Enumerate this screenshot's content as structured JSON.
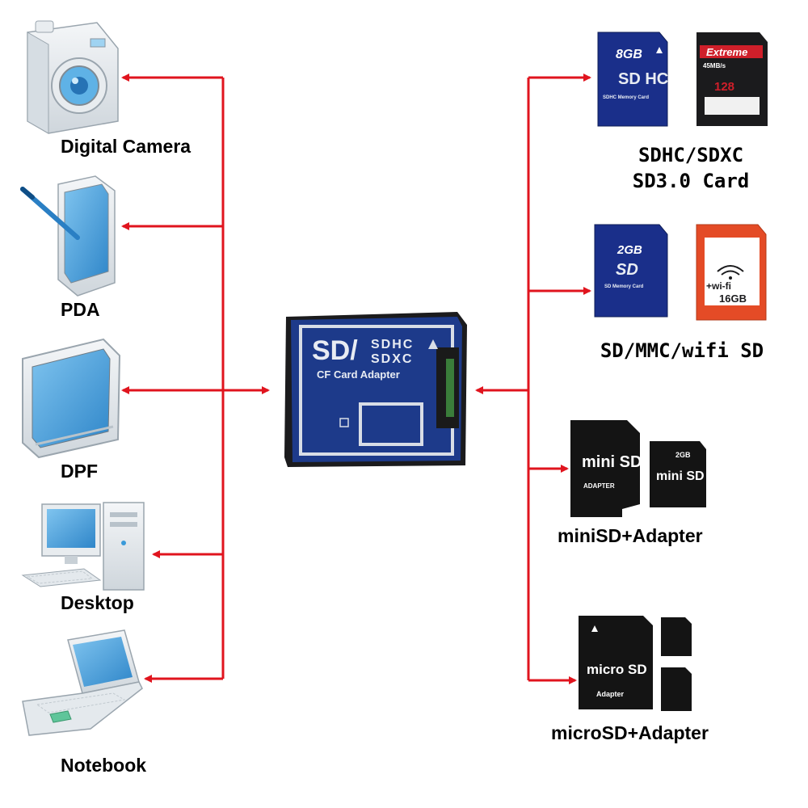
{
  "devices": {
    "camera": "Digital Camera",
    "pda": "PDA",
    "dpf": "DPF",
    "desktop": "Desktop",
    "notebook": "Notebook"
  },
  "adapter": {
    "sd": "SD/",
    "sdhc": "SDHC",
    "sdxc": "SDXC",
    "subtitle": "CF Card Adapter"
  },
  "cards": {
    "sdhc_label_line1": "SDHC/SDXC",
    "sdhc_label_line2": "SD3.0 Card",
    "sd_label": "SD/MMC/wifi SD",
    "minisd_label": "miniSD+Adapter",
    "microsd_label": "microSD+Adapter"
  },
  "card_faces": {
    "sdhc_size": "8GB",
    "sdhc_name": "SDHC Memory Card",
    "sdhc_logo": "SD HC",
    "extreme_brand": "Extreme",
    "extreme_speed": "45MB/s",
    "extreme_size": "128",
    "sd_size": "2GB",
    "sd_logo": "SD",
    "sd_name": "SD Memory Card",
    "wifi_text": "+wi-fi",
    "wifi_size": "16GB",
    "mini_logo": "mini SD",
    "mini_adapter": "ADAPTER",
    "mini_size": "2GB",
    "micro_logo": "micro SD",
    "micro_adapter": "Adapter"
  },
  "colors": {
    "arrow": "#e0141e",
    "adapter_blue": "#1d3a8a",
    "card_blue": "#1a2f8a",
    "screen_blue": "#3a9ad9"
  }
}
